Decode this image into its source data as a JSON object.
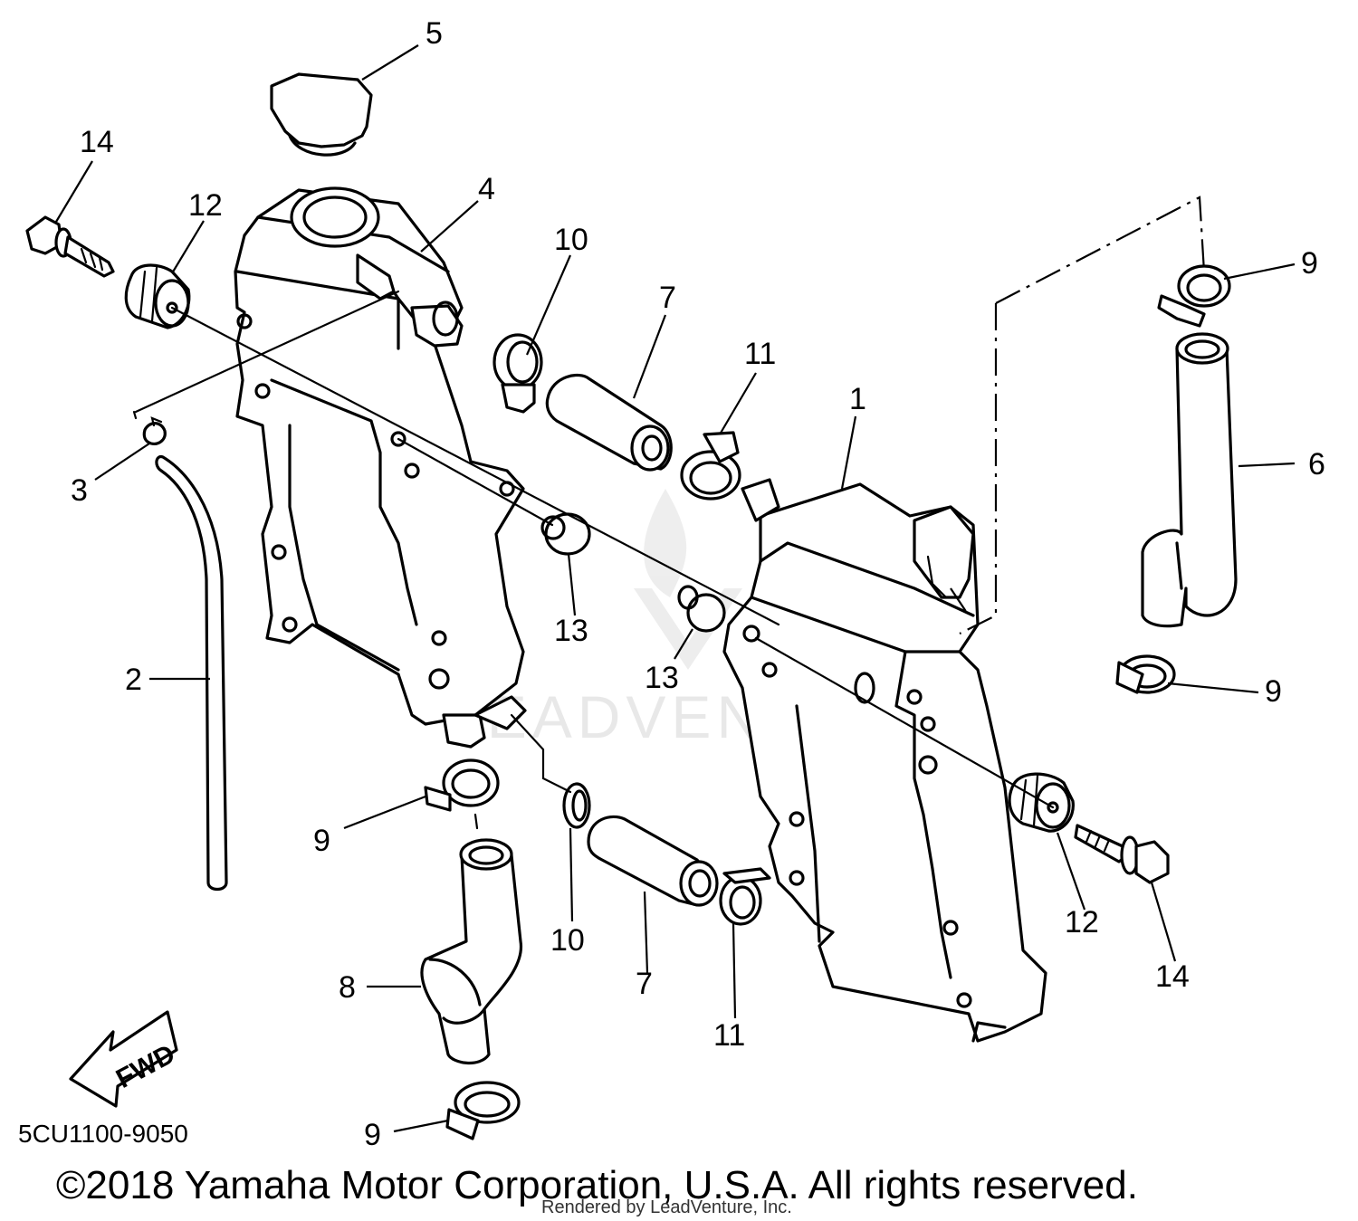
{
  "callouts": [
    "1",
    "2",
    "3",
    "4",
    "5",
    "6",
    "7",
    "8",
    "9",
    "10",
    "11",
    "12",
    "13",
    "14"
  ],
  "diagram_code": "5CU1100-9050",
  "fwd_label": "FWD",
  "copyright": "©2018 Yamaha Motor Corporation, U.S.A. All rights reserved.",
  "rendered_by": "Rendered by LeadVenture, Inc.",
  "watermark": "LEADVENTURE"
}
